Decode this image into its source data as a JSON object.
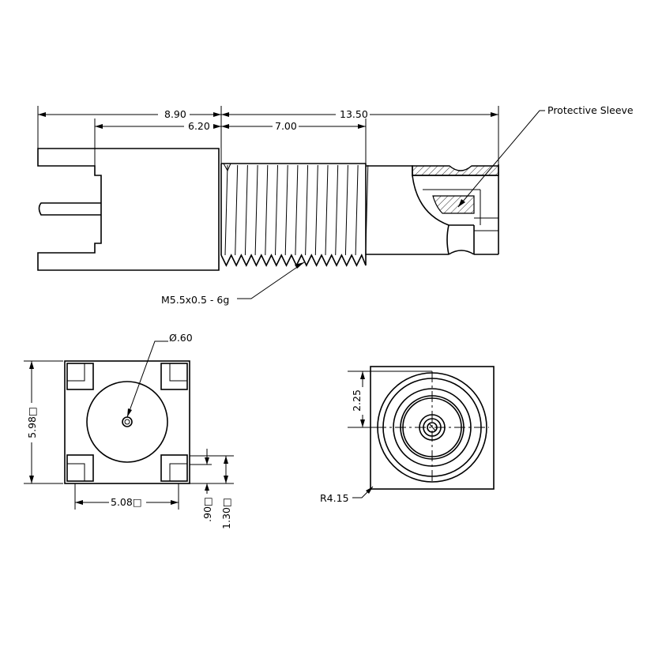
{
  "dimensions": {
    "overall_left": "8.90",
    "overall_right": "13.50",
    "body": "6.20",
    "thread_length": "7.00",
    "thread_spec": "M5.5x0.5 - 6g",
    "pin_diameter": "Ø.60",
    "height": "5.98□",
    "pitch": "5.08□",
    "pad_small": ".90□",
    "pad_large": "1.30□",
    "bore": "2.25",
    "radius": "R4.15"
  },
  "labels": {
    "protective_sleeve": "Protective Sleeve"
  }
}
